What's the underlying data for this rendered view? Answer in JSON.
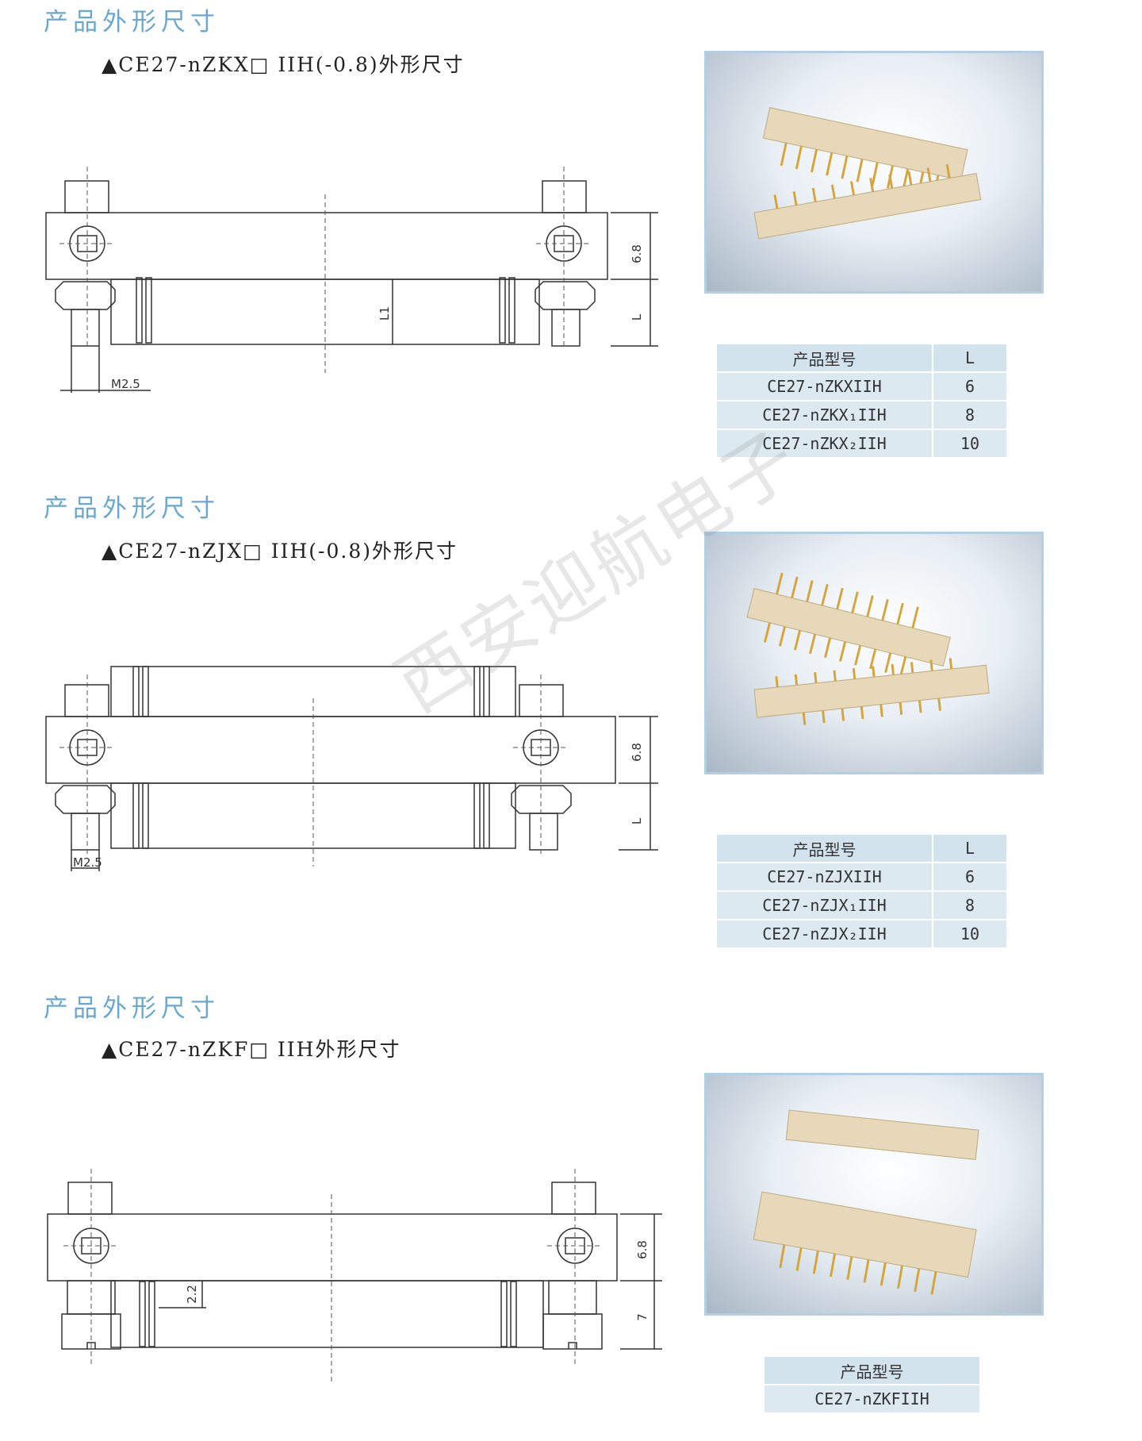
{
  "sections": [
    {
      "heading": "产品外形尺寸",
      "subtitle": "▲CE27-nZKX□ IIH(-0.8)外形尺寸",
      "dims": {
        "height": "6.8",
        "l": "L",
        "l1": "L1",
        "thread": "M2.5"
      },
      "table": {
        "header": {
          "model": "产品型号",
          "l": "L"
        },
        "rows": [
          {
            "model": "CE27-nZKXIIH",
            "l": "6"
          },
          {
            "model": "CE27-nZKX₁IIH",
            "l": "8"
          },
          {
            "model": "CE27-nZKX₂IIH",
            "l": "10"
          }
        ]
      }
    },
    {
      "heading": "产品外形尺寸",
      "subtitle": "▲CE27-nZJX□ IIH(-0.8)外形尺寸",
      "dims": {
        "height": "6.8",
        "l": "L",
        "thread": "M2.5"
      },
      "table": {
        "header": {
          "model": "产品型号",
          "l": "L"
        },
        "rows": [
          {
            "model": "CE27-nZJXIIH",
            "l": "6"
          },
          {
            "model": "CE27-nZJX₁IIH",
            "l": "8"
          },
          {
            "model": "CE27-nZJX₂IIH",
            "l": "10"
          }
        ]
      }
    },
    {
      "heading": "产品外形尺寸",
      "subtitle": "▲CE27-nZKF□ IIH外形尺寸",
      "dims": {
        "height": "6.8",
        "l": "7",
        "small": "2.2"
      },
      "table": {
        "header": {
          "model": "产品型号"
        },
        "rows": [
          {
            "model": "CE27-nZKFIIH"
          }
        ]
      }
    }
  ],
  "watermark": "西安迎航电子",
  "colors": {
    "heading": "#6aa8cf",
    "table_cell": "#dde9f1",
    "photo_border": "#b3cfe3",
    "connector_body": "#e6d8b8",
    "pin_gold": "#d4a53a"
  }
}
